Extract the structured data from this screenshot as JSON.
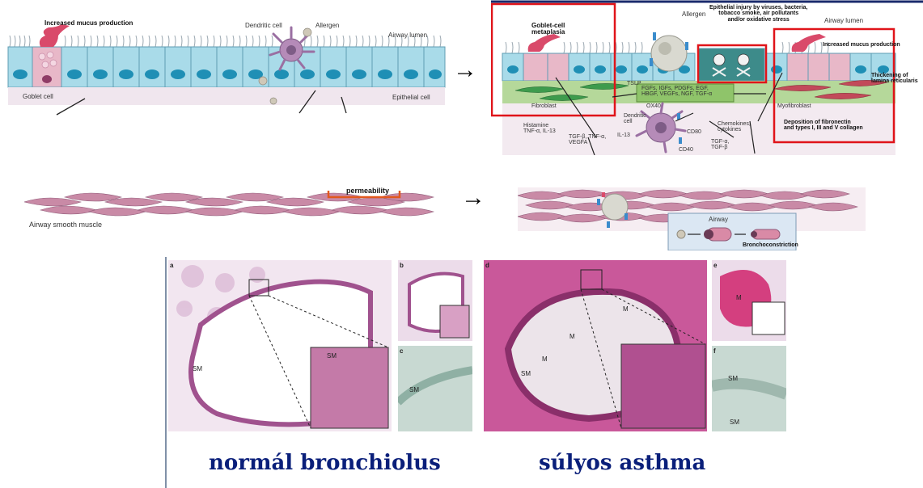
{
  "top_left": {
    "increased_mucus": "Increased mucus production",
    "dendritic_cell": "Dendritic cell",
    "allergen": "Allergen",
    "airway_lumen": "Airway lumen",
    "goblet_cell": "Goblet cell",
    "epithelial_cell": "Epithelial cell"
  },
  "top_right": {
    "goblet_metaplasia": "Goblet-cell\nmetaplasia",
    "allergen": "Allergen",
    "epithelial_injury": "Epithelial injury by viruses, bacteria,\ntobacco smoke, air pollutants\nand/or oxidative stress",
    "airway_lumen": "Airway lumen",
    "increased_mucus": "Increased mucus production",
    "tslp": "TSLP",
    "growth_factors": "FGFs, IGFs, PDGFs, EGF,\nHBGF, VEGFs, NGF, TGF-α",
    "thickening": "Thickening of\nlamina reticularis",
    "fibroblast": "Fibroblast",
    "ox40": "OX40",
    "dendritic_cell": "Dendritic\ncell",
    "myofibroblast": "Myofibroblast",
    "histamine": "Histamine\nTNF-α, IL-13",
    "tgf_tnf_vegfa": "TGF-β, TNF-α,\nVEGFA",
    "il13": "IL-13",
    "cd80": "CD80",
    "cd40": "CD40",
    "chemokines": "Chemokines,\ncytokines",
    "tgf_alpha_beta": "TGF-α,\nTGF-β",
    "deposition": "Deposition of fibronectin\nand types I, III and V collagen"
  },
  "middle": {
    "permeability": "permeability",
    "airway_smooth_muscle": "Airway smooth muscle",
    "airway": "Airway",
    "bronchoconstriction": "Bronchoconstriction"
  },
  "arrows": {
    "glyph": "→"
  },
  "histology": {
    "panel_a": "a",
    "panel_b": "b",
    "panel_c": "c",
    "panel_d": "d",
    "panel_e": "e",
    "panel_f": "f",
    "sm": "SM",
    "m": "M"
  },
  "captions": {
    "normal": "normál bronchiolus",
    "severe": "súlyos asthma"
  },
  "colors": {
    "highlight_red": "#e0141a",
    "caption_blue": "#0a1f7a",
    "epithelium": "#a9dbe9",
    "nucleus": "#1f8fb5",
    "goblet": "#e8b8c8",
    "mucus": "#d94a6a",
    "lamina_green": "#b5d89a",
    "muscle_pink": "#c98aa6",
    "tissue_pink": "#d9a6c8",
    "bracket_orange": "#e2581e"
  }
}
